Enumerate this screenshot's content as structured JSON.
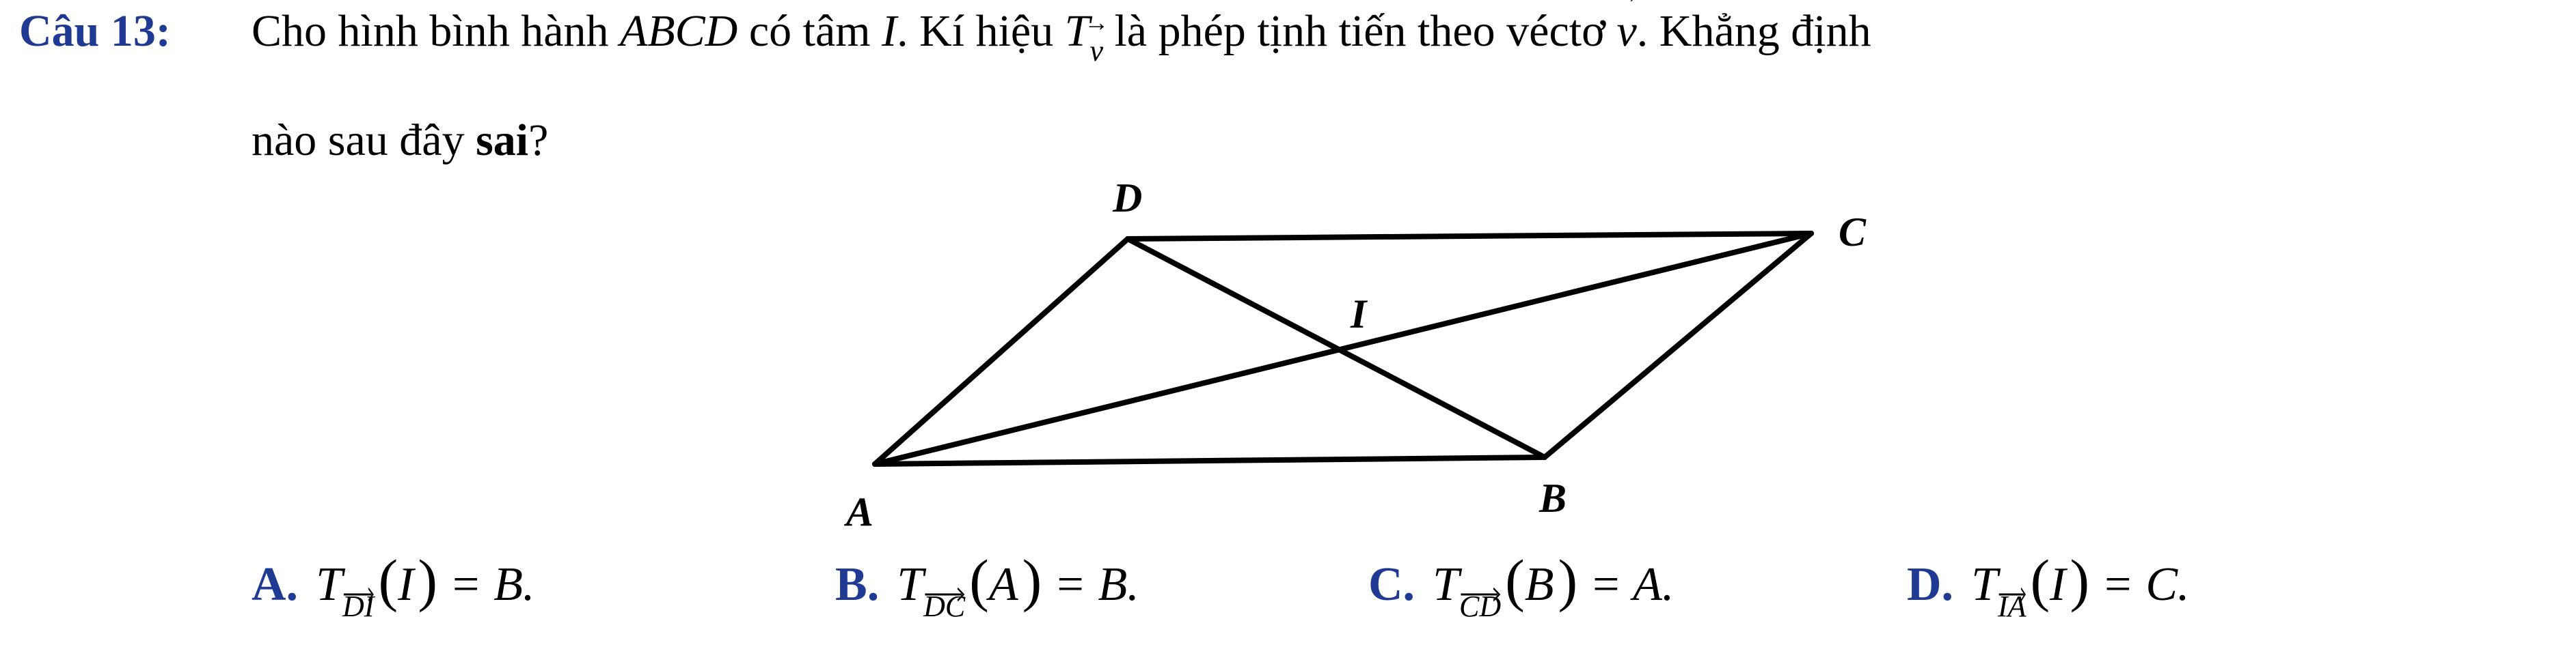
{
  "question": {
    "number": "Câu 13:",
    "line1_a": "Cho hình bình hành",
    "abcd": "ABCD",
    "line1_b": "có tâm",
    "center": "I",
    "line1_c": ". Kí hiệu",
    "T": "T",
    "v": "v",
    "line1_d": "là phép tịnh tiến theo véctơ",
    "line1_e": ". Khẳng định",
    "line2_a": "nào sau đây",
    "line2_bold": "sai",
    "line2_end": "?"
  },
  "figure": {
    "labels": {
      "A": "A",
      "B": "B",
      "C": "C",
      "D": "D",
      "I": "I"
    }
  },
  "options": [
    {
      "letter": "A.",
      "T": "T",
      "vector": "DI",
      "arg": "I",
      "result": "= B."
    },
    {
      "letter": "B.",
      "T": "T",
      "vector": "DC",
      "arg": "A",
      "result": "= B."
    },
    {
      "letter": "C.",
      "T": "T",
      "vector": "CD",
      "arg": "B",
      "result": "= A."
    },
    {
      "letter": "D.",
      "T": "T",
      "vector": "IA",
      "arg": "I",
      "result": "= C."
    }
  ],
  "colors": {
    "accent": "#1f3a93",
    "text": "#000000"
  }
}
